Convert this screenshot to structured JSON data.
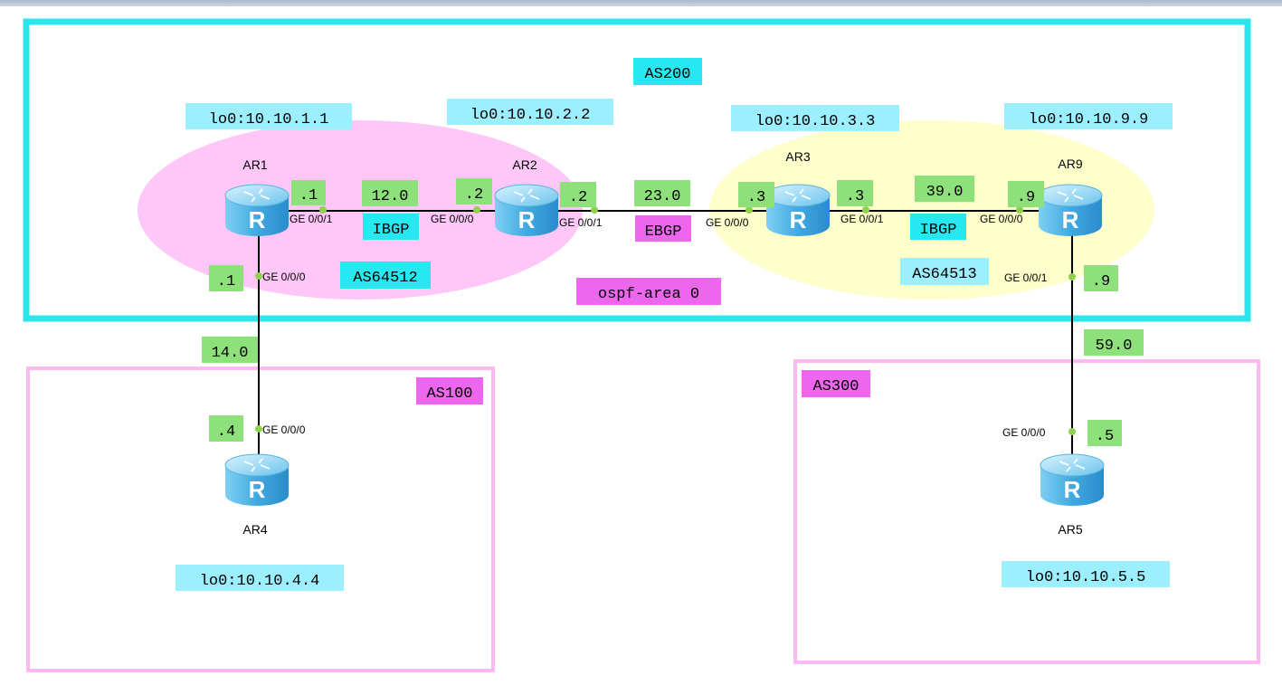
{
  "colors": {
    "cyan_box": "#2de6ec",
    "pink_box": "#ffb8f2",
    "pink_ellipse": "#ffc6f8",
    "yellow_ellipse": "#ffffcc",
    "green_label": "#8ee07a",
    "cyan_label": "#9befff",
    "cyan_strong": "#27e8f0",
    "magenta_label": "#ee66ee",
    "port_dot": "#8fd24a",
    "router_light": "#9fdcf5",
    "router_dark": "#2f9cd6"
  },
  "routers": [
    {
      "id": "ar1",
      "name": "AR1",
      "icon": "router-icon",
      "glyph": "R"
    },
    {
      "id": "ar2",
      "name": "AR2",
      "icon": "router-icon",
      "glyph": "R"
    },
    {
      "id": "ar3",
      "name": "AR3",
      "icon": "router-icon",
      "glyph": "R"
    },
    {
      "id": "ar9",
      "name": "AR9",
      "icon": "router-icon",
      "glyph": "R"
    },
    {
      "id": "ar4",
      "name": "AR4",
      "icon": "router-icon",
      "glyph": "R"
    },
    {
      "id": "ar5",
      "name": "AR5",
      "icon": "router-icon",
      "glyph": "R"
    }
  ],
  "areas": {
    "as200": "AS200",
    "as100": "AS100",
    "as300": "AS300",
    "as64512": "AS64512",
    "as64513": "AS64513",
    "ospf": "ospf-area 0"
  },
  "loopbacks": {
    "ar1": "lo0:10.10.1.1",
    "ar2": "lo0:10.10.2.2",
    "ar3": "lo0:10.10.3.3",
    "ar9": "lo0:10.10.9.9",
    "ar4": "lo0:10.10.4.4",
    "ar5": "lo0:10.10.5.5"
  },
  "links": {
    "l12": {
      "subnet": "12.0",
      "protocol": "IBGP",
      "a_host": ".1",
      "a_port": "GE 0/0/1",
      "b_host": ".2",
      "b_port": "GE 0/0/0"
    },
    "l23": {
      "subnet": "23.0",
      "protocol": "EBGP",
      "a_host": ".2",
      "a_port": "GE 0/0/1",
      "b_host": ".3",
      "b_port": "GE 0/0/0"
    },
    "l39": {
      "subnet": "39.0",
      "protocol": "IBGP",
      "a_host": ".3",
      "a_port": "GE 0/0/1",
      "b_host": ".9",
      "b_port": "GE 0/0/0"
    },
    "l14": {
      "subnet": "14.0",
      "a_host": ".1",
      "a_port": "GE 0/0/0",
      "b_host": ".4",
      "b_port": "GE 0/0/0"
    },
    "l59": {
      "subnet": "59.0",
      "a_host": ".9",
      "a_port": "GE 0/0/1",
      "b_host": ".5",
      "b_port": "GE 0/0/0"
    }
  }
}
